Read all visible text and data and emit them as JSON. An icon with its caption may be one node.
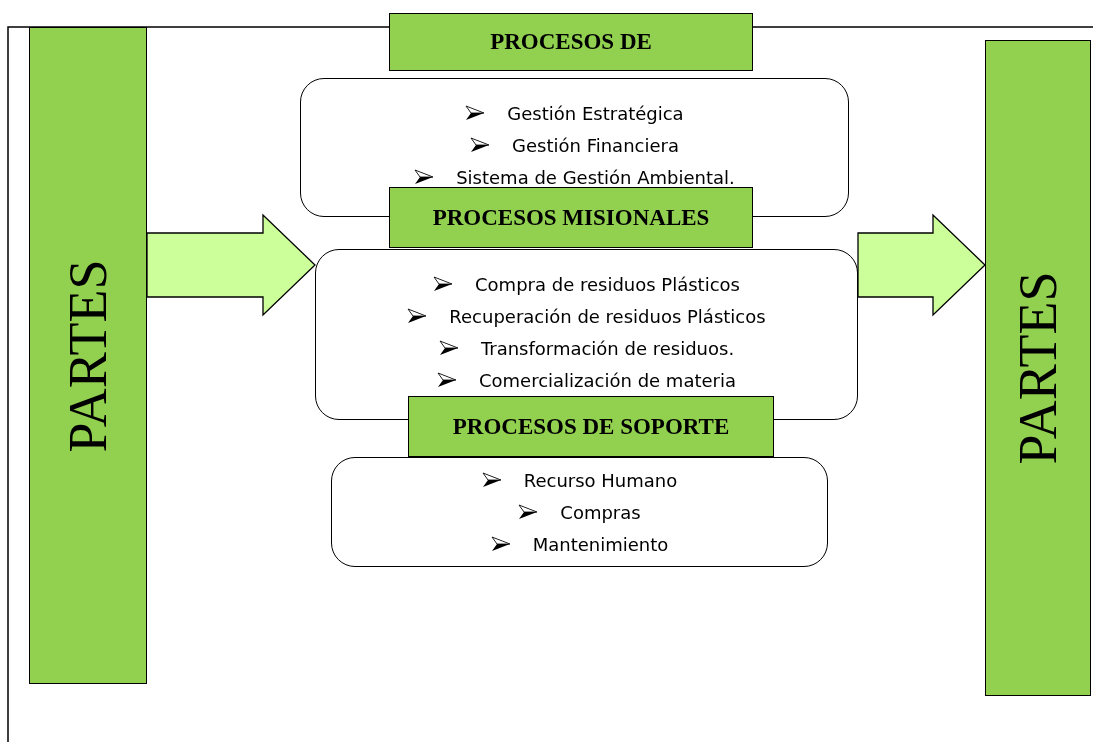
{
  "diagram": {
    "nodes": [
      {
        "text": [
          "PARTES"
        ]
      },
      {
        "text": [
          "PROCESOS DE"
        ]
      },
      {
        "text": [
          "Gestión Estratégica",
          "Gestión Financiera",
          "Sistema de Gestión Ambiental."
        ]
      },
      {
        "text": [
          "PROCESOS MISIONALES"
        ]
      },
      {
        "text": [
          "Compra de residuos Plásticos",
          "Recuperación de residuos Plásticos",
          "Transformación de residuos.",
          "Comercialización de materia"
        ]
      },
      {
        "text": [
          "PROCESOS DE SOPORTE"
        ]
      },
      {
        "text": [
          "Recurso Humano",
          "Compras",
          "Mantenimiento"
        ]
      },
      {
        "text": [
          "PARTES"
        ]
      }
    ],
    "edges": [
      {
        "from": 0,
        "to": 4,
        "arrow": "to",
        "style": "thick"
      },
      {
        "from": 4,
        "to": 7,
        "arrow": "to",
        "style": "thick"
      }
    ]
  }
}
